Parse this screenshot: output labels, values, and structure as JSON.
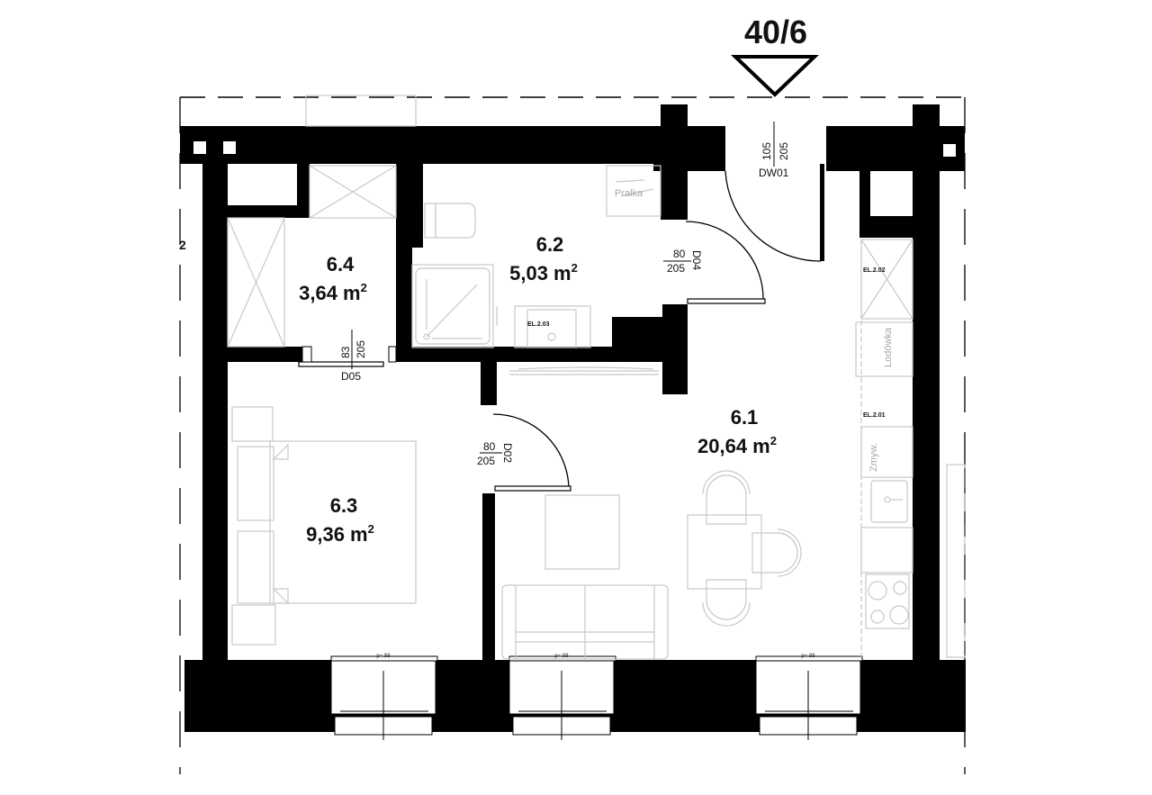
{
  "plan": {
    "apartment_id": "40/6",
    "side_marker": "2",
    "rooms": [
      {
        "number": "6.1",
        "area_value": "20,64 m",
        "area_unit_sup": "2"
      },
      {
        "number": "6.2",
        "area_value": "5,03 m",
        "area_unit_sup": "2"
      },
      {
        "number": "6.3",
        "area_value": "9,36 m",
        "area_unit_sup": "2"
      },
      {
        "number": "6.4",
        "area_value": "3,64 m",
        "area_unit_sup": "2"
      }
    ],
    "doors": [
      {
        "id": "DW01",
        "width": "105",
        "height": "205"
      },
      {
        "id": "D04",
        "width": "80",
        "height": "205"
      },
      {
        "id": "D05",
        "width": "83",
        "height": "205"
      },
      {
        "id": "D02",
        "width": "80",
        "height": "205"
      }
    ],
    "windows": [
      {
        "sill": "p= 88"
      },
      {
        "sill": "p= 88"
      },
      {
        "sill": "p= 88"
      }
    ],
    "electrical_tags": [
      "EL.2.03",
      "EL.2.02",
      "EL.2.01"
    ],
    "fixture_labels": {
      "washer": "Pralka",
      "fridge": "Lodówka",
      "dishwasher": "Zmyw."
    }
  }
}
